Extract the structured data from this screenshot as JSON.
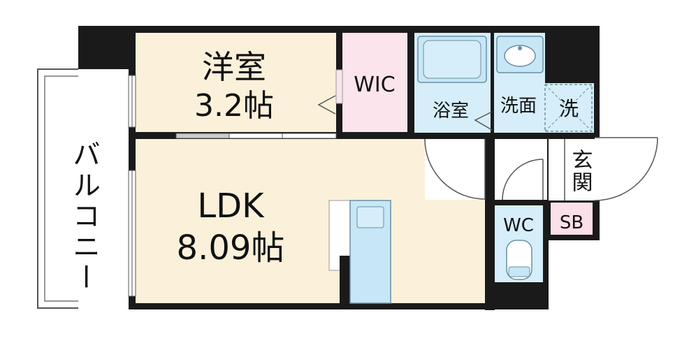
{
  "rooms": {
    "western_room": {
      "name": "洋室",
      "size": "3.2帖"
    },
    "ldk": {
      "name": "LDK",
      "size": "8.09帖"
    },
    "wic": "WIC",
    "bathroom": "浴室",
    "washroom": "洗面",
    "laundry": "洗",
    "entrance": "玄関",
    "toilet": "WC",
    "shoe_box": "SB",
    "balcony": "バルコニー"
  },
  "colors": {
    "wall": "#1a1a1a",
    "room_floor": "#fbf1da",
    "wet_area": "#d6eef9",
    "wic_floor": "#fbe4ec",
    "shoe_box": "#fbe0ea",
    "fixture": "#c7e7f6",
    "fixture_stroke": "#6a8fa3"
  }
}
